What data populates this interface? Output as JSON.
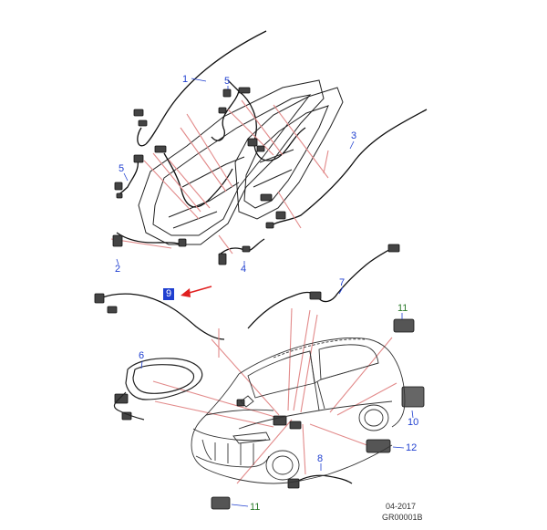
{
  "diagram": {
    "colors": {
      "line": "#222222",
      "pink": "#e28a8a",
      "callout_blue": "#1f3fd0",
      "callout_green": "#2a7a2a",
      "arrow": "#e02020",
      "highlight_bg": "#1f3fd0"
    },
    "callouts": [
      {
        "id": "1",
        "text": "1",
        "color": "blue"
      },
      {
        "id": "2",
        "text": "2",
        "color": "blue"
      },
      {
        "id": "3",
        "text": "3",
        "color": "blue"
      },
      {
        "id": "4",
        "text": "4",
        "color": "blue"
      },
      {
        "id": "5a",
        "text": "5",
        "color": "blue"
      },
      {
        "id": "5b",
        "text": "5",
        "color": "blue"
      },
      {
        "id": "6",
        "text": "6",
        "color": "blue"
      },
      {
        "id": "7",
        "text": "7",
        "color": "blue"
      },
      {
        "id": "8",
        "text": "8",
        "color": "blue"
      },
      {
        "id": "9",
        "text": "9",
        "color": "highlight"
      },
      {
        "id": "10",
        "text": "10",
        "color": "blue"
      },
      {
        "id": "11a",
        "text": "11",
        "color": "green"
      },
      {
        "id": "11b",
        "text": "11",
        "color": "green"
      },
      {
        "id": "12",
        "text": "12",
        "color": "blue"
      }
    ],
    "footer": {
      "date": "04-2017",
      "code": "GR00001B"
    }
  }
}
